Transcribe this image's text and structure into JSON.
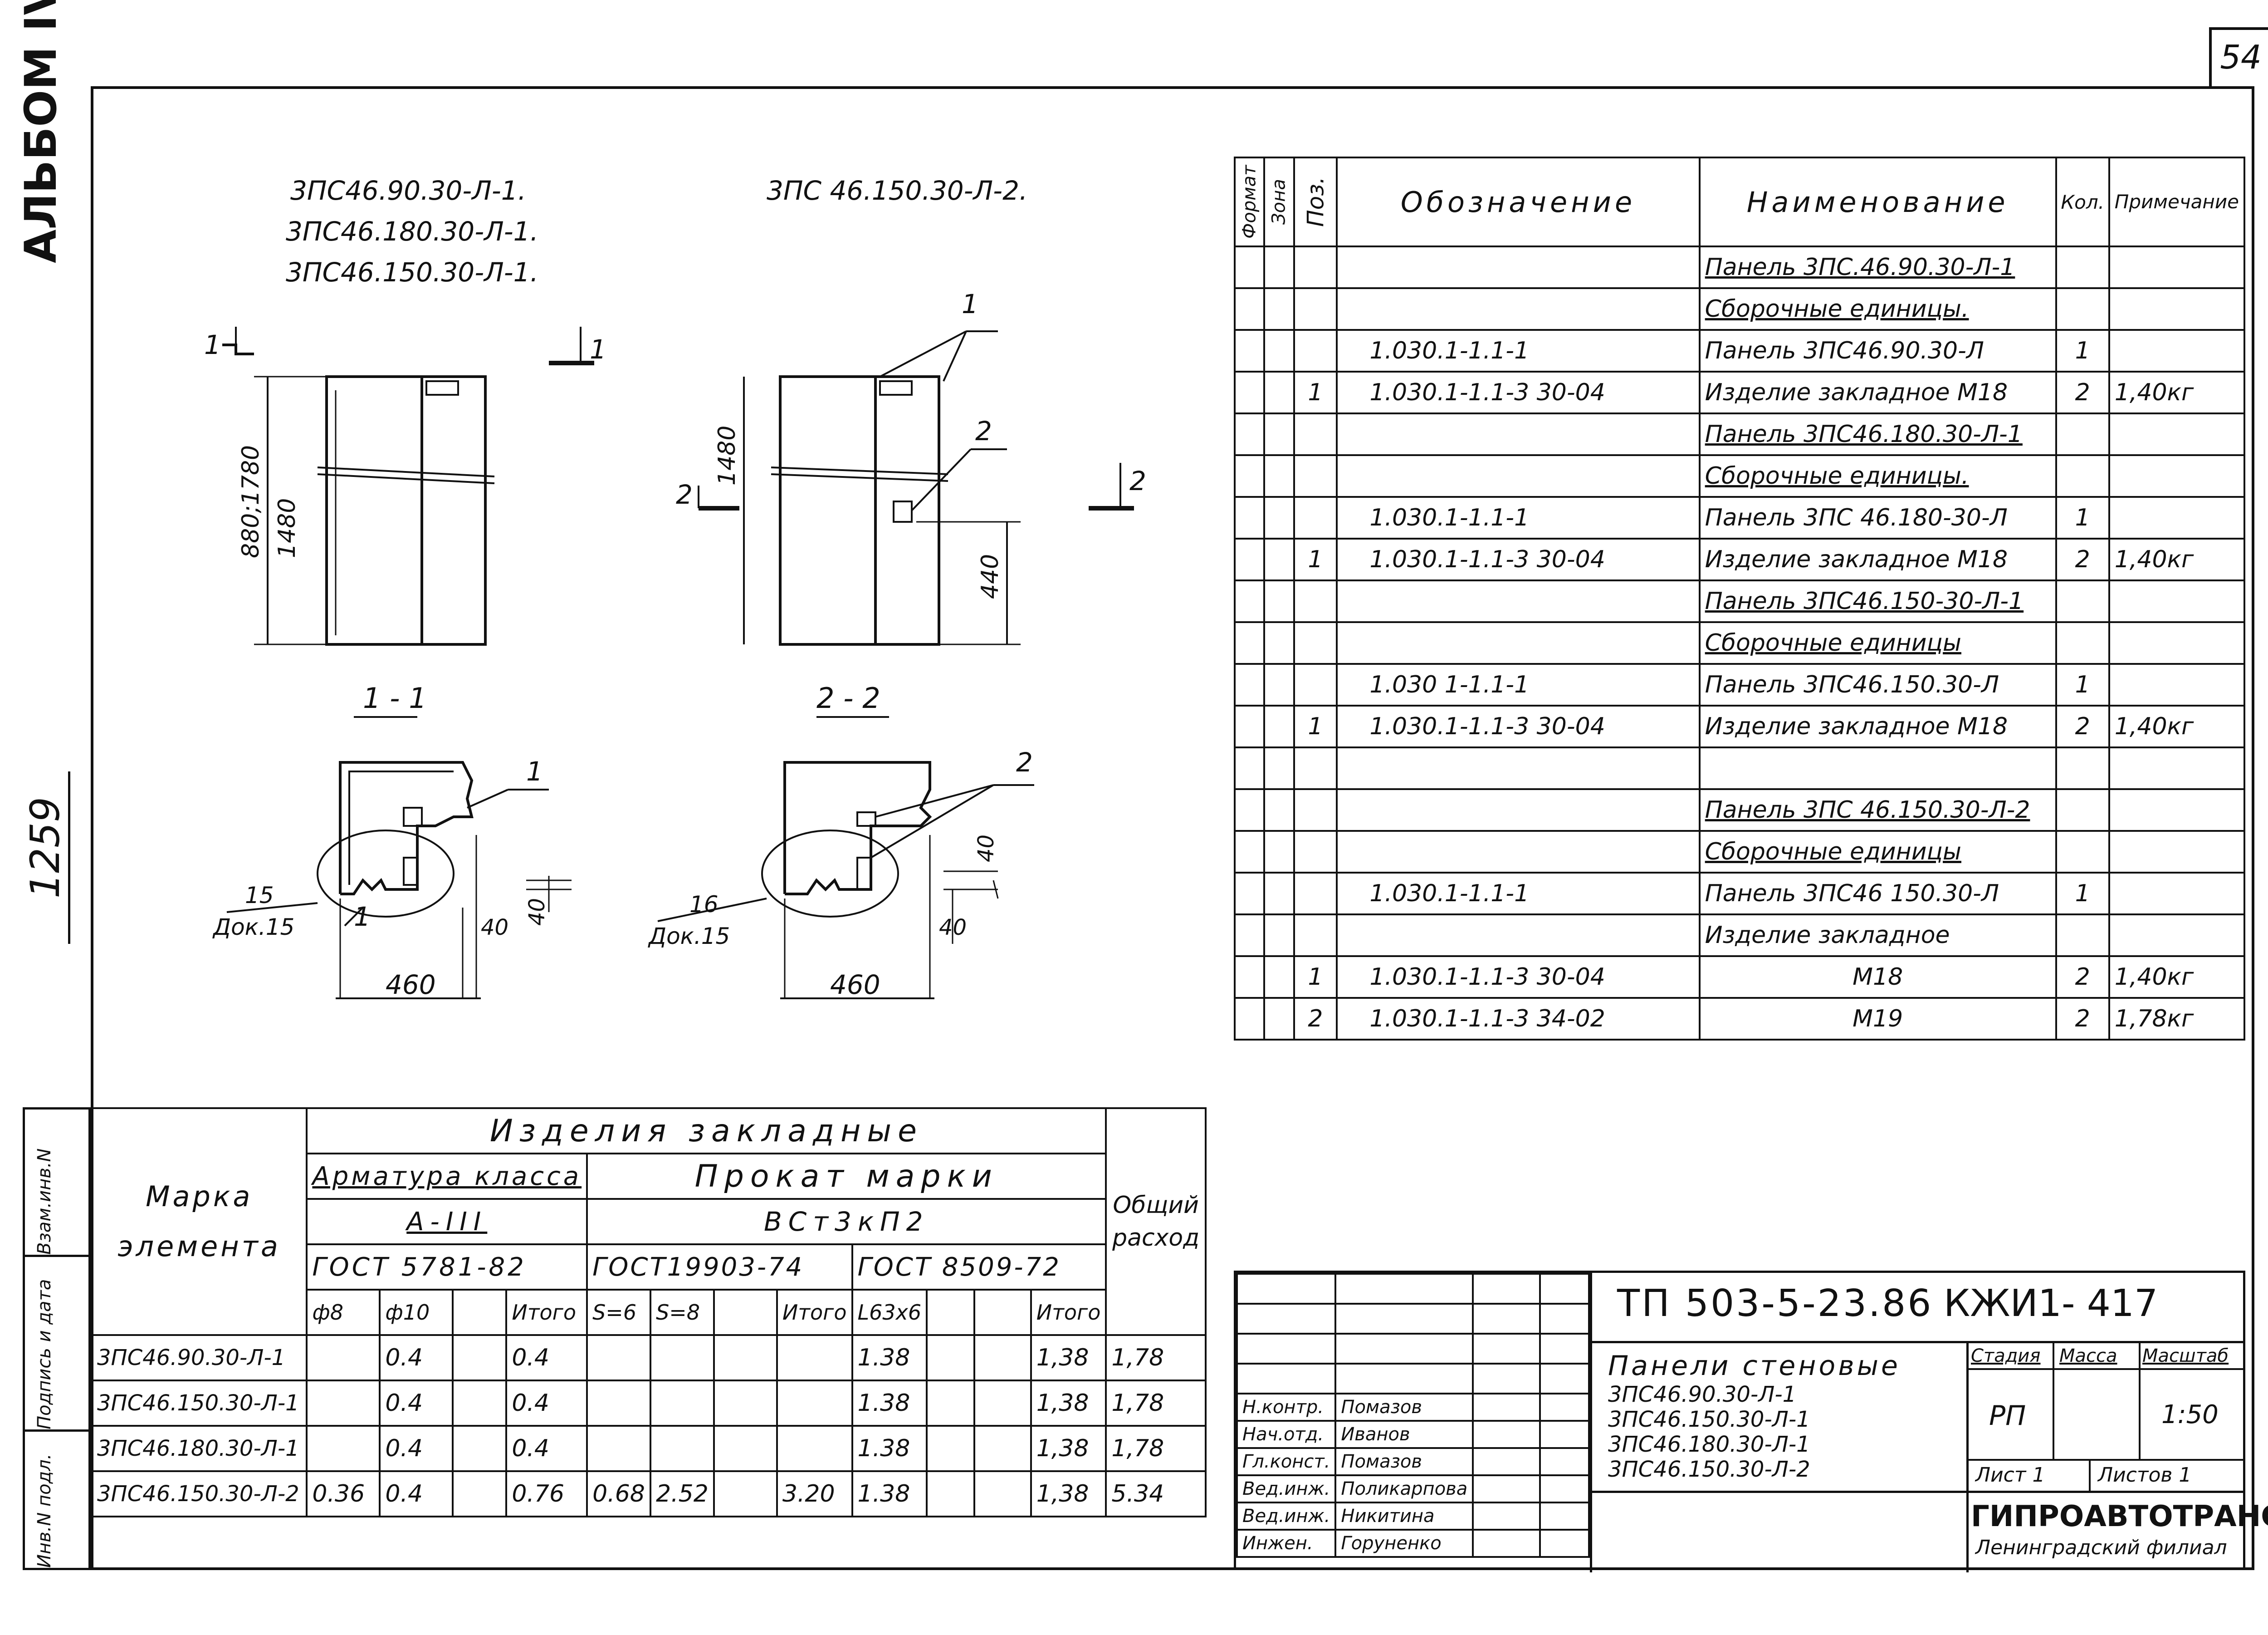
{
  "sheet": {
    "page_number": "54",
    "album_label": "АЛЬБОМ IV",
    "side_number": "1259",
    "side_fields": [
      "Взам.инв.N",
      "Подпись и дата",
      "Инв.N подл."
    ]
  },
  "drawing": {
    "marks_left": [
      "3ПС46.90.30-Л-1.",
      "3ПС46.180.30-Л-1.",
      "3ПС46.150.30-Л-1."
    ],
    "mark_right": "3ПС 46.150.30-Л-2.",
    "dim_left_h": "880;1780",
    "dim_left_h2": "1480",
    "dim_right_h": "1480",
    "dim_right_440": "440",
    "section_11": "1 - 1",
    "section_22": "2 - 2",
    "cut1": "1",
    "cut2": "2",
    "pos1": "1",
    "pos2": "2",
    "node15": "15",
    "node16": "16",
    "doc15": "Док.15",
    "dim_460": "460",
    "dim_40": "40"
  },
  "spec": {
    "headers": {
      "format": "Формат",
      "zone": "Зона",
      "pos": "Поз.",
      "designation": "Обозначение",
      "name": "Наименование",
      "qty": "Кол.",
      "note": "Примечание"
    },
    "rows": [
      {
        "pos": "",
        "des": "",
        "name": "Панель 3ПС.46.90.30-Л-1",
        "qty": "",
        "note": "",
        "u": true
      },
      {
        "pos": "",
        "des": "",
        "name": "Сборочные единицы.",
        "qty": "",
        "note": "",
        "u": true
      },
      {
        "pos": "",
        "des": "1.030.1-1.1-1",
        "name": "Панель 3ПС46.90.30-Л",
        "qty": "1",
        "note": "",
        "u": false
      },
      {
        "pos": "1",
        "des": "1.030.1-1.1-3   30-04",
        "name": "Изделие закладное М18",
        "qty": "2",
        "note": "1,40кг",
        "u": false
      },
      {
        "pos": "",
        "des": "",
        "name": "Панель 3ПС46.180.30-Л-1",
        "qty": "",
        "note": "",
        "u": true
      },
      {
        "pos": "",
        "des": "",
        "name": "Сборочные единицы.",
        "qty": "",
        "note": "",
        "u": true
      },
      {
        "pos": "",
        "des": "1.030.1-1.1-1",
        "name": "Панель 3ПС 46.180-30-Л",
        "qty": "1",
        "note": "",
        "u": false
      },
      {
        "pos": "1",
        "des": "1.030.1-1.1-3   30-04",
        "name": "Изделие закладное М18",
        "qty": "2",
        "note": "1,40кг",
        "u": false
      },
      {
        "pos": "",
        "des": "",
        "name": "Панель 3ПС46.150-30-Л-1",
        "qty": "",
        "note": "",
        "u": true
      },
      {
        "pos": "",
        "des": "",
        "name": "Сборочные единицы",
        "qty": "",
        "note": "",
        "u": true
      },
      {
        "pos": "",
        "des": "1.030 1-1.1-1",
        "name": "Панель 3ПС46.150.30-Л",
        "qty": "1",
        "note": "",
        "u": false
      },
      {
        "pos": "1",
        "des": "1.030.1-1.1-3   30-04",
        "name": "Изделие закладное М18",
        "qty": "2",
        "note": "1,40кг",
        "u": false
      },
      {
        "pos": "",
        "des": "",
        "name": "",
        "qty": "",
        "note": "",
        "u": false
      },
      {
        "pos": "",
        "des": "",
        "name": "Панель 3ПС 46.150.30-Л-2",
        "qty": "",
        "note": "",
        "u": true
      },
      {
        "pos": "",
        "des": "",
        "name": "Сборочные единицы",
        "qty": "",
        "note": "",
        "u": true
      },
      {
        "pos": "",
        "des": "1.030.1-1.1-1",
        "name": "Панель 3ПС46 150.30-Л",
        "qty": "1",
        "note": "",
        "u": false
      },
      {
        "pos": "",
        "des": "",
        "name": "Изделие закладное",
        "qty": "",
        "note": "",
        "u": false
      },
      {
        "pos": "1",
        "des": "1.030.1-1.1-3   30-04",
        "name": "М18",
        "qty": "2",
        "note": "1,40кг",
        "u": false
      },
      {
        "pos": "2",
        "des": "1.030.1-1.1-3   34-02",
        "name": "М19",
        "qty": "2",
        "note": "1,78кг",
        "u": false
      }
    ]
  },
  "consumption": {
    "mark_header": "Марка элемента",
    "embedded_header": "Изделия закладные",
    "rebar_header": "Арматура класса",
    "rebar_class": "А-III",
    "rebar_gost": "ГОСТ 5781-82",
    "rolled_header": "Прокат марки",
    "rolled_grade": "ВСт3кП2",
    "gost1": "ГОСТ19903-74",
    "gost2": "ГОСТ 8509-72",
    "total_header": "Общий расход",
    "subheaders": [
      "ф8",
      "ф10",
      "",
      "Итого",
      "S=6",
      "S=8",
      "",
      "Итого",
      "L63х6",
      "",
      "",
      "Итого"
    ],
    "rows": [
      {
        "mark": "3ПС46.90.30-Л-1",
        "vals": [
          "",
          "0.4",
          "",
          "0.4",
          "",
          "",
          "",
          "",
          "1.38",
          "",
          "",
          "1,38"
        ],
        "total": "1,78"
      },
      {
        "mark": "3ПС46.150.30-Л-1",
        "vals": [
          "",
          "0.4",
          "",
          "0.4",
          "",
          "",
          "",
          "",
          "1.38",
          "",
          "",
          "1,38"
        ],
        "total": "1,78"
      },
      {
        "mark": "3ПС46.180.30-Л-1",
        "vals": [
          "",
          "0.4",
          "",
          "0.4",
          "",
          "",
          "",
          "",
          "1.38",
          "",
          "",
          "1,38"
        ],
        "total": "1,78"
      },
      {
        "mark": "3ПС46.150.30-Л-2",
        "vals": [
          "0.36",
          "0.4",
          "",
          "0.76",
          "0.68",
          "2.52",
          "",
          "3.20",
          "1.38",
          "",
          "",
          "1,38"
        ],
        "total": "5.34"
      }
    ]
  },
  "title_block": {
    "doc_code": "ТП 503-5-23.86",
    "sheet_code": "КЖИ1- 417",
    "title": "Панели стеновые",
    "panels": [
      "3ПС46.90.30-Л-1",
      "3ПС46.150.30-Л-1",
      "3ПС46.180.30-Л-1",
      "3ПС46.150.30-Л-2"
    ],
    "stage_label": "Стадия",
    "mass_label": "Масса",
    "scale_label": "Масштаб",
    "stage": "РП",
    "scale": "1:50",
    "sheet_label": "Лист 1",
    "sheets_label": "Листов 1",
    "org": "ГИПРОАВТОТРАНС",
    "branch": "Ленинградский филиал",
    "roles": [
      {
        "role": "Н.контр.",
        "name": "Помазов"
      },
      {
        "role": "Нач.отд.",
        "name": "Иванов"
      },
      {
        "role": "Гл.конст.",
        "name": "Помазов"
      },
      {
        "role": "Вед.инж.",
        "name": "Поликарпова"
      },
      {
        "role": "Вед.инж.",
        "name": "Никитина"
      },
      {
        "role": "Инжен.",
        "name": "Горуненко"
      }
    ]
  }
}
